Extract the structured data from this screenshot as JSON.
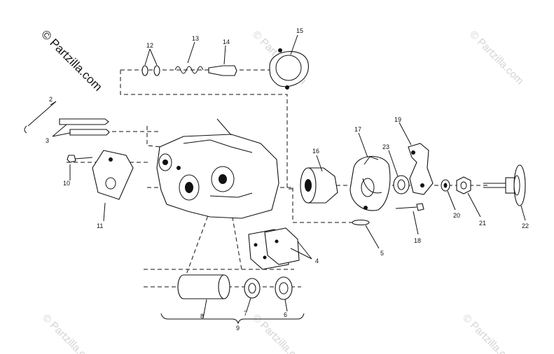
{
  "watermark": {
    "main": "© Partzilla.com",
    "faint": "© Partzilla.com"
  },
  "labels": {
    "p2": "2",
    "p3": "3",
    "p4": "4",
    "p5": "5",
    "p6": "6",
    "p7": "7",
    "p8": "8",
    "p9": "9",
    "p10": "10",
    "p11": "11",
    "p12": "12",
    "p13": "13",
    "p14": "14",
    "p15": "15",
    "p16": "16",
    "p17": "17",
    "p18": "18",
    "p19": "19",
    "p20": "20",
    "p21": "21",
    "p22": "22",
    "p23": "23"
  }
}
